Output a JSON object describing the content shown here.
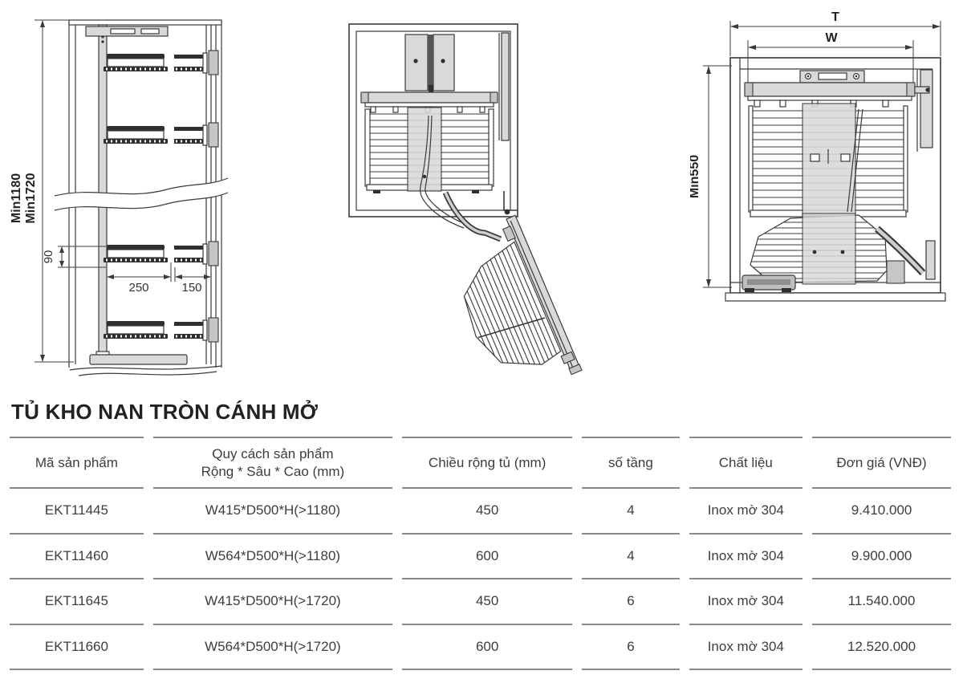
{
  "title": "TỦ KHO NAN TRÒN CÁNH MỞ",
  "diagrams": {
    "side_view": {
      "height_min_line1": "Min1180",
      "height_min_line2": "Min1720",
      "basket_gap": "90",
      "basket_width": "250",
      "door_basket_width": "150"
    },
    "top_view": {
      "total_width": "T",
      "inner_width": "W",
      "depth_min": "Min550"
    }
  },
  "table": {
    "columns": [
      {
        "label": "Mã sản phẩm"
      },
      {
        "label": "Quy cách sản phẩm",
        "label2": "Rộng * Sâu * Cao (mm)"
      },
      {
        "label": "Chiều rộng tủ (mm)"
      },
      {
        "label": "số tầng"
      },
      {
        "label": "Chất liệu"
      },
      {
        "label": "Đơn giá (VNĐ)"
      }
    ],
    "rows": [
      {
        "code": "EKT11445",
        "spec": "W415*D500*H(>1180)",
        "width": "450",
        "tiers": "4",
        "material": "Inox mờ 304",
        "price": "9.410.000"
      },
      {
        "code": "EKT11460",
        "spec": "W564*D500*H(>1180)",
        "width": "600",
        "tiers": "4",
        "material": "Inox mờ 304",
        "price": "9.900.000"
      },
      {
        "code": "EKT11645",
        "spec": "W415*D500*H(>1720)",
        "width": "450",
        "tiers": "6",
        "material": "Inox mờ 304",
        "price": "11.540.000"
      },
      {
        "code": "EKT11660",
        "spec": "W564*D500*H(>1720)",
        "width": "600",
        "tiers": "6",
        "material": "Inox mờ 304",
        "price": "12.520.000"
      }
    ]
  }
}
